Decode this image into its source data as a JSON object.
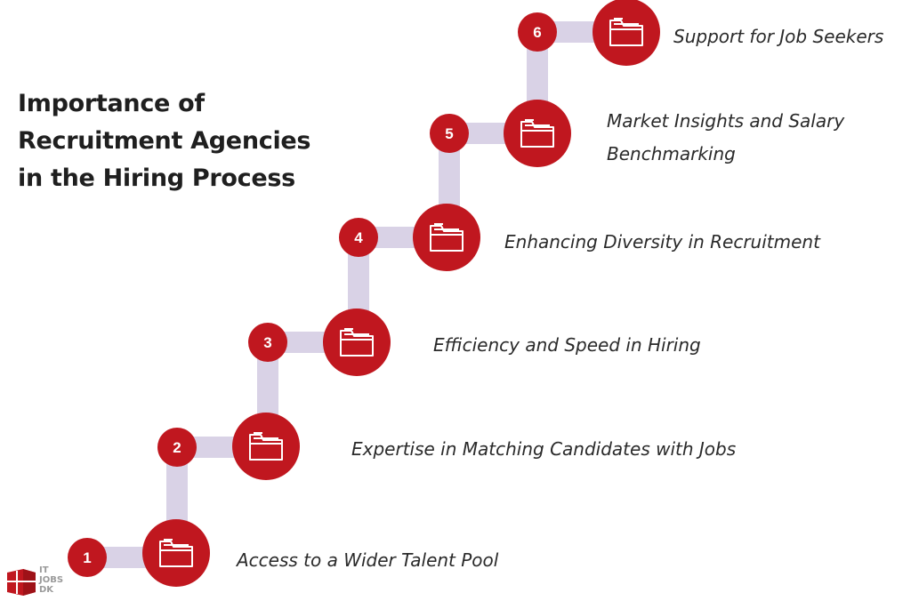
{
  "title": "Importance of\nRecruitment Agencies\nin the Hiring Process",
  "colors": {
    "accent": "#c0171f",
    "connector": "#d9d2e6",
    "text": "#2a2a2a"
  },
  "steps": [
    {
      "number": "1",
      "label": "Access to a Wider Talent Pool",
      "icon": "folder-icon"
    },
    {
      "number": "2",
      "label": "Expertise in Matching Candidates with Jobs",
      "icon": "folder-icon"
    },
    {
      "number": "3",
      "label": "Efficiency and Speed in Hiring",
      "icon": "folder-icon"
    },
    {
      "number": "4",
      "label": "Enhancing Diversity in Recruitment",
      "icon": "folder-icon"
    },
    {
      "number": "5",
      "label": "Market Insights and Salary\nBenchmarking",
      "icon": "folder-icon"
    },
    {
      "number": "6",
      "label": "Support for Job Seekers",
      "icon": "folder-icon"
    }
  ],
  "logo": {
    "text": "IT\nJOBS\nDK"
  }
}
